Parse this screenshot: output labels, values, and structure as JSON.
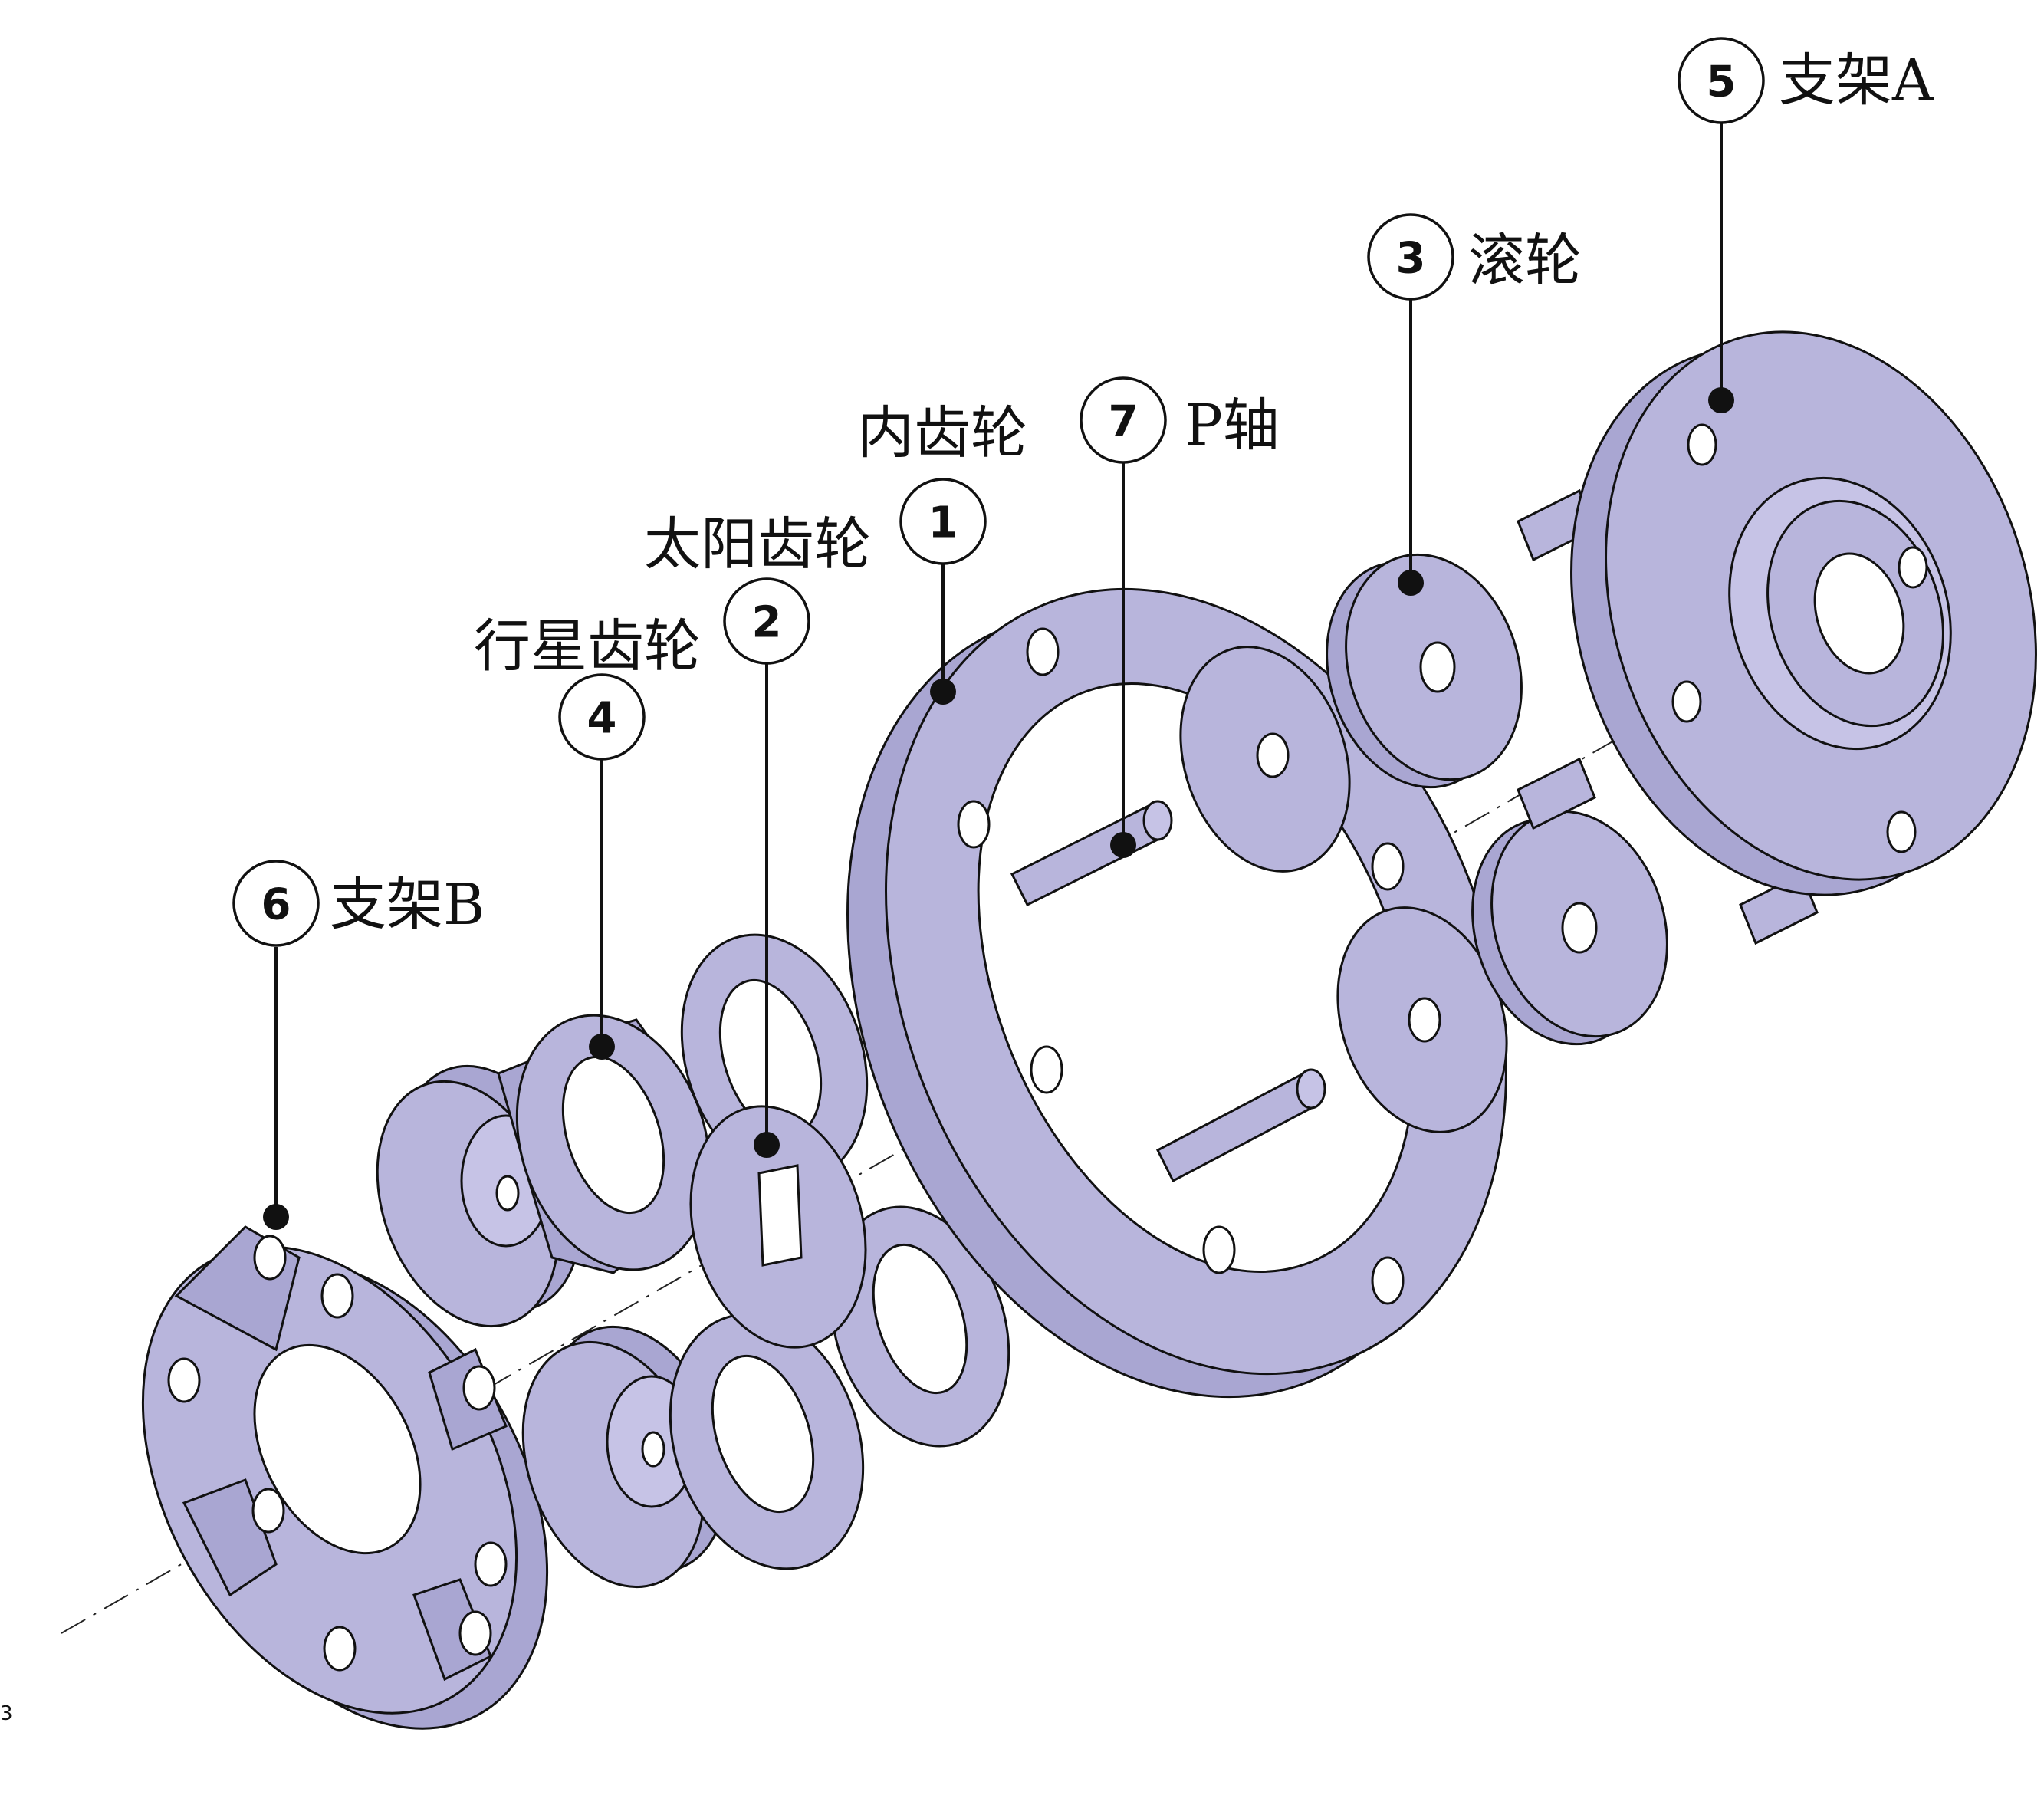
{
  "labels": {
    "p1": {
      "num": "1",
      "text": "内齿轮"
    },
    "p2": {
      "num": "2",
      "text": "太阳齿轮"
    },
    "p3": {
      "num": "3",
      "text": "滚轮"
    },
    "p4": {
      "num": "4",
      "text": "行星齿轮"
    },
    "p5": {
      "num": "5",
      "text": "支架A"
    },
    "p6": {
      "num": "6",
      "text": "支架B"
    },
    "p7": {
      "num": "7",
      "text": "P轴"
    }
  },
  "corner_mark": "3",
  "colors": {
    "part_fill": "#b8b5dc",
    "outline": "#111111"
  }
}
